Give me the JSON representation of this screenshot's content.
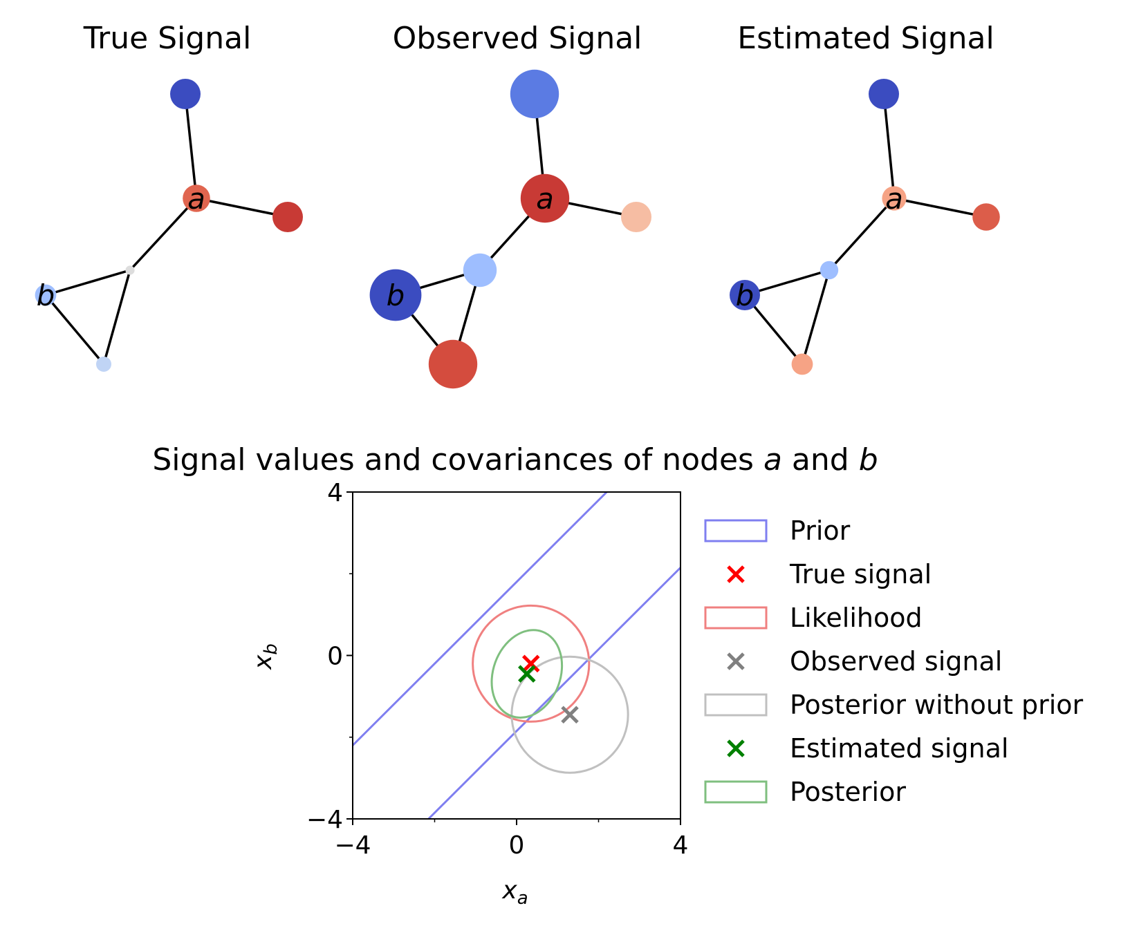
{
  "graphs": [
    {
      "title": "True Signal",
      "node_labels": {
        "a": "a",
        "b": "b"
      },
      "nodes": [
        {
          "id": "top",
          "color": "#3b4cc0",
          "size_rel": 1.0
        },
        {
          "id": "a",
          "color": "#e0654f",
          "size_rel": 0.9
        },
        {
          "id": "right",
          "color": "#c83a35",
          "size_rel": 1.0
        },
        {
          "id": "mid",
          "color": "#dddddd",
          "size_rel": 0.3
        },
        {
          "id": "b",
          "color": "#9ebeff",
          "size_rel": 0.7
        },
        {
          "id": "bottom",
          "color": "#c0d4f5",
          "size_rel": 0.5
        }
      ]
    },
    {
      "title": "Observed Signal",
      "node_labels": {
        "a": "a",
        "b": "b"
      },
      "nodes": [
        {
          "id": "top",
          "color": "#5b7be3",
          "size_rel": 1.6
        },
        {
          "id": "a",
          "color": "#c83a35",
          "size_rel": 1.6
        },
        {
          "id": "right",
          "color": "#f6bda3",
          "size_rel": 1.0
        },
        {
          "id": "mid",
          "color": "#9ebeff",
          "size_rel": 1.1
        },
        {
          "id": "b",
          "color": "#3b4cc0",
          "size_rel": 1.7
        },
        {
          "id": "bottom",
          "color": "#d44c3e",
          "size_rel": 1.6
        }
      ]
    },
    {
      "title": "Estimated Signal",
      "node_labels": {
        "a": "a",
        "b": "b"
      },
      "nodes": [
        {
          "id": "top",
          "color": "#3b4cc0",
          "size_rel": 1.0
        },
        {
          "id": "a",
          "color": "#f6a385",
          "size_rel": 0.8
        },
        {
          "id": "right",
          "color": "#dc5d4a",
          "size_rel": 0.9
        },
        {
          "id": "mid",
          "color": "#9ebeff",
          "size_rel": 0.6
        },
        {
          "id": "b",
          "color": "#3b4cc0",
          "size_rel": 1.0
        },
        {
          "id": "bottom",
          "color": "#f6a385",
          "size_rel": 0.7
        }
      ]
    }
  ],
  "chart_data": {
    "type": "scatter",
    "title_parts": {
      "prefix": "Signal values and covariances of nodes ",
      "var_a": "a",
      "middle": " and ",
      "var_b": "b"
    },
    "xlabel": {
      "base": "x",
      "sub": "a"
    },
    "ylabel": {
      "base": "x",
      "sub": "b"
    },
    "xlim": [
      -4,
      4
    ],
    "ylim": [
      -4,
      4
    ],
    "xticks": [
      {
        "value": -4,
        "label": "−4"
      },
      {
        "value": 0,
        "label": "0"
      },
      {
        "value": 4,
        "label": "4"
      }
    ],
    "yticks": [
      {
        "value": -4,
        "label": "−4"
      },
      {
        "value": 0,
        "label": "0"
      },
      {
        "value": 4,
        "label": "4"
      }
    ],
    "minor_ticks": [
      -2,
      2
    ],
    "grid": false,
    "legend_position": "right, outside plot",
    "prior_lines": [
      {
        "x1": -4.0,
        "y1": -2.2,
        "x2": 2.2,
        "y2": 4.0
      },
      {
        "x1": -2.15,
        "y1": -4.0,
        "x2": 4.0,
        "y2": 2.15
      }
    ],
    "ellipses": [
      {
        "key": "likelihood",
        "cx": 0.35,
        "cy": -0.2,
        "rx": 1.42,
        "ry": 1.42,
        "angle": 0,
        "color": "#f08080"
      },
      {
        "key": "posterior_without_prior",
        "cx": 1.3,
        "cy": -1.45,
        "rx": 1.42,
        "ry": 1.42,
        "angle": 0,
        "color": "#c0c0c0"
      },
      {
        "key": "posterior",
        "cx": 0.25,
        "cy": -0.45,
        "rx": 0.82,
        "ry": 1.1,
        "angle": 20,
        "color": "#7fbf7f"
      }
    ],
    "points": [
      {
        "key": "true_signal",
        "x": 0.35,
        "y": -0.2,
        "color": "#ff0000"
      },
      {
        "key": "observed_signal",
        "x": 1.3,
        "y": -1.45,
        "color": "#808080"
      },
      {
        "key": "estimated_signal",
        "x": 0.25,
        "y": -0.45,
        "color": "#008000"
      }
    ],
    "legend": [
      {
        "label": "Prior",
        "kind": "box",
        "color": "#7f7ff0"
      },
      {
        "label": "True signal",
        "kind": "marker",
        "color": "#ff0000"
      },
      {
        "label": "Likelihood",
        "kind": "box",
        "color": "#f08080"
      },
      {
        "label": "Observed signal",
        "kind": "marker",
        "color": "#808080"
      },
      {
        "label": "Posterior without prior",
        "kind": "box",
        "color": "#c0c0c0"
      },
      {
        "label": "Estimated signal",
        "kind": "marker",
        "color": "#008000"
      },
      {
        "label": "Posterior",
        "kind": "box",
        "color": "#7fbf7f"
      }
    ],
    "colors": {
      "prior": "#7f7ff0",
      "axis": "#000000"
    }
  }
}
